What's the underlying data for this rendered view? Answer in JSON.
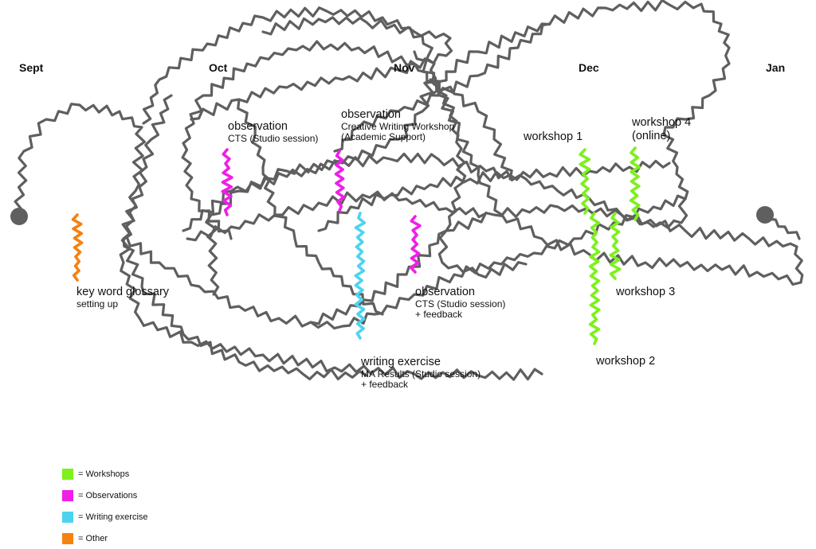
{
  "months": [
    "Sept",
    "Oct",
    "Nov",
    "Dec",
    "Jan"
  ],
  "events": [
    {
      "id": "glossary",
      "category": "other",
      "title": "key word glossary",
      "lines": [
        "setting up"
      ]
    },
    {
      "id": "obs1",
      "category": "observation",
      "title": "observation",
      "lines": [
        "CTS (Studio session)"
      ]
    },
    {
      "id": "obs2",
      "category": "observation",
      "title": "observation",
      "lines": [
        "Creative Writing Workshop",
        "(Academic Support)"
      ]
    },
    {
      "id": "obs3",
      "category": "observation",
      "title": "observation",
      "lines": [
        "CTS (Studio session)",
        "+     feedback"
      ]
    },
    {
      "id": "writing",
      "category": "writing",
      "title": "writing exercise",
      "lines": [
        "MA Results (Studio session)",
        "+     feedback"
      ]
    },
    {
      "id": "workshop1",
      "category": "workshop",
      "title": "workshop 1",
      "lines": []
    },
    {
      "id": "workshop2",
      "category": "workshop",
      "title": "workshop 2",
      "lines": []
    },
    {
      "id": "workshop3",
      "category": "workshop",
      "title": "workshop 3",
      "lines": []
    },
    {
      "id": "workshop4",
      "category": "workshop",
      "title": "workshop 4",
      "lines": [
        "(online)"
      ]
    }
  ],
  "legend": [
    {
      "label": "= Workshops",
      "color": "#7ef01d"
    },
    {
      "label": "= Observations",
      "color": "#f01ee8"
    },
    {
      "label": "= Writing exercise",
      "color": "#4dd3f0"
    },
    {
      "label": "= Other",
      "color": "#f5820f"
    }
  ],
  "colors": {
    "line": "#5f5f5f",
    "workshop": "#7ef01d",
    "observation": "#f01ee8",
    "writing": "#4dd3f0",
    "other": "#f5820f"
  }
}
